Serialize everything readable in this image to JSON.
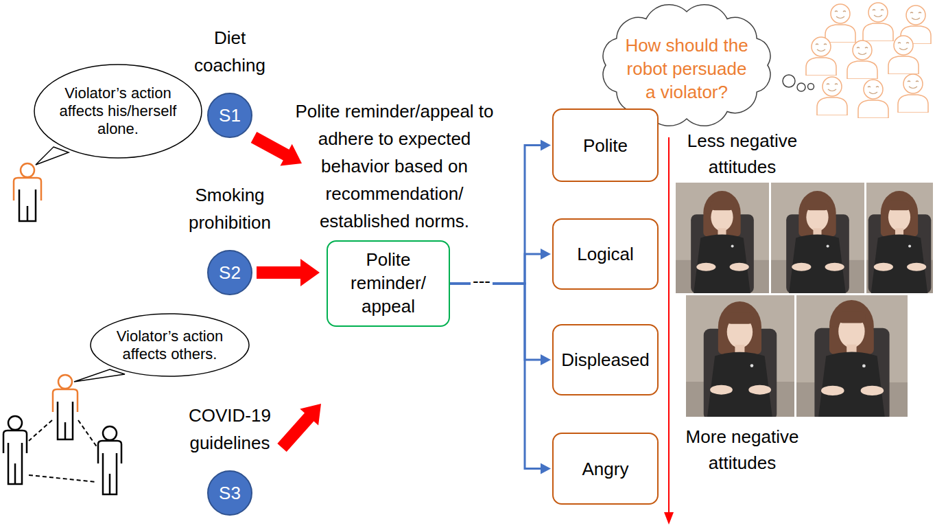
{
  "diagram": {
    "nodes": [
      {
        "text": [
          "Violator’s action affects his/herself alone."
        ]
      },
      {
        "text": [
          "Diet coaching",
          "S1"
        ]
      },
      {
        "text": [
          "How should the robot persuade a violator?"
        ]
      },
      {
        "text": [
          "Polite"
        ]
      },
      {
        "text": [
          "Smoking prohibition",
          "S2"
        ]
      },
      {
        "text": [
          "Polite reminder/ appeal"
        ]
      },
      {
        "text": [
          "Logical"
        ]
      },
      {
        "text": [
          "Violator’s action affects others."
        ]
      },
      {
        "text": [
          "Displeased"
        ]
      },
      {
        "text": [
          "COVID-19 guidelines",
          "S3"
        ]
      },
      {
        "text": [
          "Angry"
        ]
      }
    ],
    "edges": [
      {
        "from": 4,
        "to": 5,
        "arrow": "to"
      },
      {
        "from": 5,
        "to": 3,
        "arrow": "to"
      },
      {
        "from": 5,
        "to": 6,
        "arrow": "to"
      },
      {
        "from": 5,
        "to": 8,
        "arrow": "to"
      },
      {
        "from": 5,
        "to": 10,
        "arrow": "to"
      }
    ],
    "labels": [
      "Polite reminder/appeal to adhere to expected behavior based on recommendation/ established norms.",
      "---",
      "Less negative attitudes",
      "More negative attitudes"
    ]
  }
}
